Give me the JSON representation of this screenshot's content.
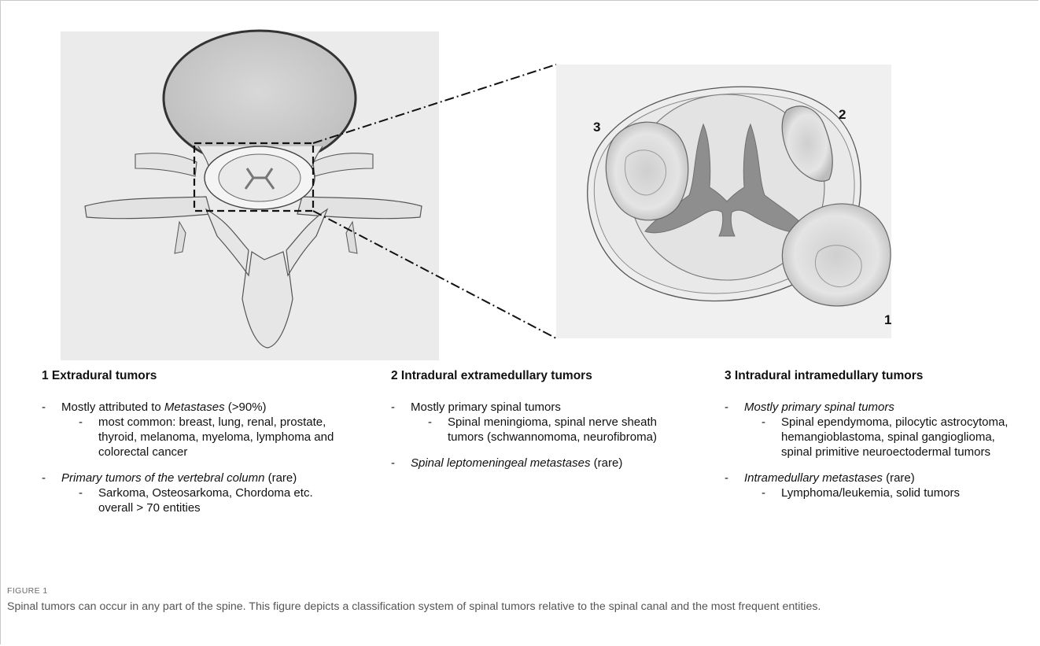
{
  "figure": {
    "region_labels": [
      "1",
      "2",
      "3"
    ]
  },
  "columns": [
    {
      "title": "1 Extradural tumors",
      "bullets": [
        {
          "pre": "Mostly attributed to ",
          "em": "Metastases",
          "post": " (>90%)",
          "sub": [
            "most common: breast, lung, renal, prostate, thyroid, melanoma, myeloma, lymphoma and colorectal cancer"
          ]
        },
        {
          "pre": "",
          "em": "Primary tumors of the vertebral column",
          "post": " (rare)",
          "sub": [
            "Sarkoma, Osteosarkoma, Chordoma etc. overall > 70 entities"
          ]
        }
      ]
    },
    {
      "title": "2 Intradural extramedullary tumors",
      "bullets": [
        {
          "pre": "Mostly primary spinal tumors",
          "em": "",
          "post": "",
          "sub": [
            "Spinal meningioma, spinal nerve sheath tumors (schwannomoma, neurofibroma)"
          ]
        },
        {
          "pre": "",
          "em": "Spinal leptomeningeal metastases",
          "post": " (rare)",
          "sub": []
        }
      ]
    },
    {
      "title": "3 Intradural intramedullary tumors",
      "bullets": [
        {
          "pre": "",
          "em": "Mostly primary spinal tumors",
          "post": "",
          "sub": [
            "Spinal ependymoma, pilocytic astrocytoma, hemangioblastoma, spinal gangioglioma, spinal primitive neuroectodermal tumors"
          ]
        },
        {
          "pre": "",
          "em": "Intramedullary metastases",
          "post": " (rare)",
          "sub": [
            "Lymphoma/leukemia, solid tumors"
          ]
        }
      ]
    }
  ],
  "caption": {
    "label": "FIGURE 1",
    "text": "Spinal tumors can occur in any part of the spine. This figure depicts a classification system of spinal tumors relative to the spinal canal and the most frequent entities."
  }
}
